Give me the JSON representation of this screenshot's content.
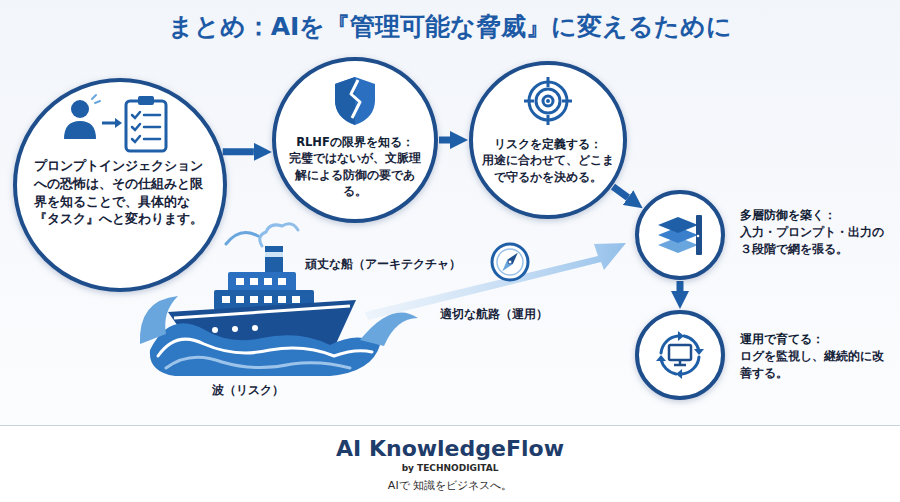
{
  "diagram": {
    "title": "まとめ：AIを『管理可能な脅威』に変えるために",
    "nodes": [
      {
        "text": [
          "プロンプトインジェクションへの恐怖は、その仕組みと限界を知ることで、具体的な『タスク』へと変わります。"
        ]
      },
      {
        "text": [
          "RLHFの限界を知る：",
          "完璧ではないが、文脈理解による防御の要である。"
        ]
      },
      {
        "text": [
          "リスクを定義する：",
          "用途に合わせて、どこまで守るかを決める。"
        ]
      },
      {
        "text": [
          "多層防御を築く：",
          "入力・プロンプト・出力の３段階で網を張る。"
        ]
      },
      {
        "text": [
          "運用で育てる：",
          "ログを監視し、継続的に改善する。"
        ]
      },
      {
        "text": [
          "AI KnowledgeFlow",
          "by TECHNODIGITAL",
          "AIで 知識をビジネスへ。"
        ]
      }
    ],
    "edges": [
      {
        "from": 0,
        "to": 1,
        "arrow": "to"
      },
      {
        "from": 1,
        "to": 2,
        "arrow": "to"
      },
      {
        "from": 2,
        "to": 3,
        "arrow": "to"
      },
      {
        "from": 3,
        "to": 4,
        "arrow": "to"
      }
    ],
    "labels": [
      "頑丈な船（アーキテクチャ）",
      "適切な航路（運用）",
      "波（リスク）"
    ]
  }
}
